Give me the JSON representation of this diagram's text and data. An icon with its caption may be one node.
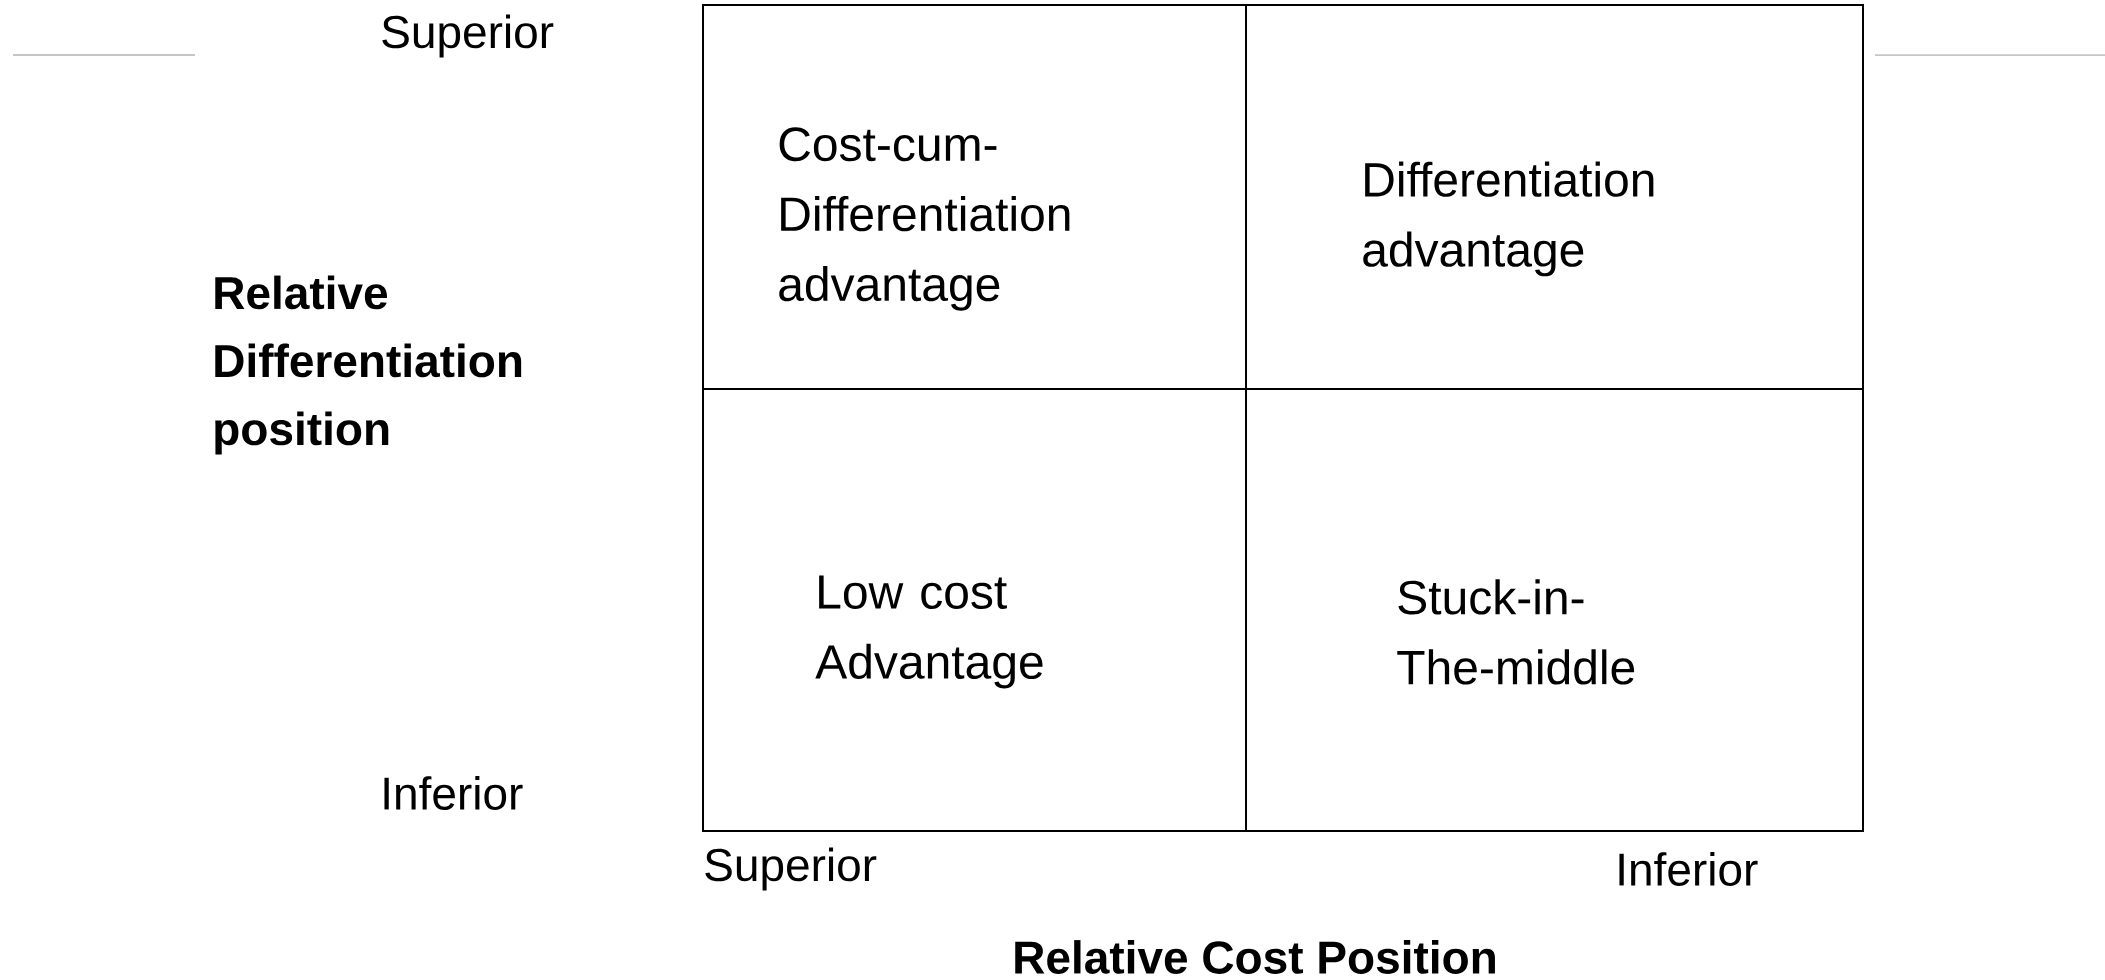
{
  "diagram": {
    "nodes": [
      {
        "text": [
          "Cost-cum-Differentiation advantage"
        ]
      },
      {
        "text": [
          "Differentiation advantage"
        ]
      },
      {
        "text": [
          "Low cost Advantage"
        ]
      },
      {
        "text": [
          "Stuck-in-The-middle"
        ]
      }
    ],
    "labels": [
      "Superior",
      "Relative Differentiation position",
      "Inferior",
      "Superior",
      "Inferior",
      "Relative Cost Position"
    ]
  }
}
